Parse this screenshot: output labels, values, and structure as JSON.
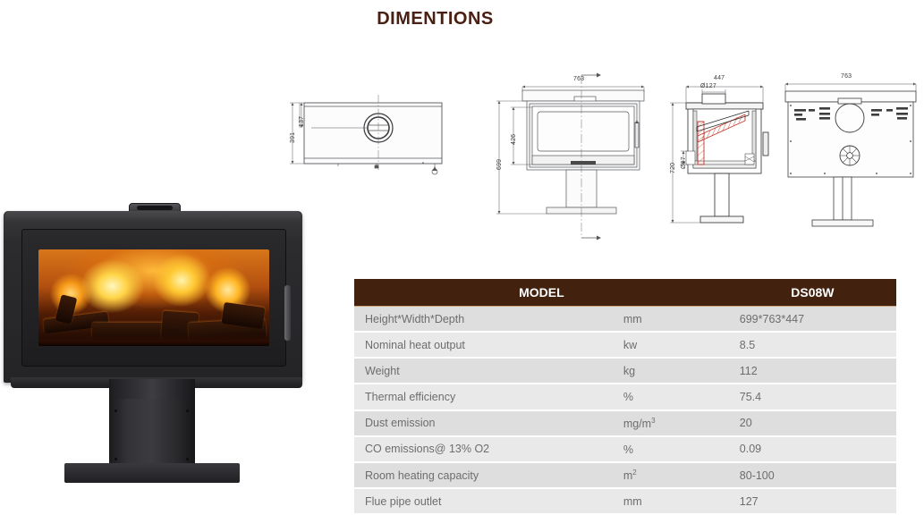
{
  "page": {
    "title": "DIMENTIONS",
    "title_color": "#4a2014"
  },
  "product_photo": {
    "name": "wood-burning-stove-photo",
    "alt": "Freestanding black wood burning stove with wide glass window showing fire and logs on a pedestal base"
  },
  "drawings": {
    "top_view": {
      "name": "top-view-drawing",
      "dims": [
        {
          "label": "137",
          "orientation": "vertical"
        },
        {
          "label": "391",
          "orientation": "vertical"
        }
      ]
    },
    "front_view": {
      "name": "front-view-drawing",
      "dims": [
        {
          "label": "763",
          "orientation": "horizontal"
        },
        {
          "label": "426",
          "orientation": "vertical"
        },
        {
          "label": "699",
          "orientation": "vertical"
        }
      ]
    },
    "section_view": {
      "name": "side-section-view-drawing",
      "dims": [
        {
          "label": "447",
          "orientation": "horizontal"
        },
        {
          "label": "Ø127",
          "orientation": "horizontal"
        },
        {
          "label": "720",
          "orientation": "vertical"
        },
        {
          "label": "Ø97",
          "orientation": "vertical"
        }
      ]
    },
    "rear_view": {
      "name": "rear-view-drawing",
      "dims": [
        {
          "label": "763",
          "orientation": "horizontal"
        }
      ]
    }
  },
  "spec_table": {
    "header": {
      "param_label": "",
      "model_label": "MODEL",
      "value_label": "DS08W"
    },
    "header_bg": "#43210f",
    "rows": [
      {
        "name": "Height*Width*Depth",
        "unit": "mm",
        "unit_sup": "",
        "value": "699*763*447"
      },
      {
        "name": "Nominal heat output",
        "unit": "kw",
        "unit_sup": "",
        "value": "8.5"
      },
      {
        "name": "Weight",
        "unit": "kg",
        "unit_sup": "",
        "value": "112"
      },
      {
        "name": "Thermal efficiency",
        "unit": "%",
        "unit_sup": "",
        "value": "75.4"
      },
      {
        "name": "Dust emission",
        "unit": "mg/m",
        "unit_sup": "3",
        "value": "20"
      },
      {
        "name": "CO emissions@ 13% O2",
        "unit": "%",
        "unit_sup": "",
        "value": "0.09"
      },
      {
        "name": "Room heating capacity",
        "unit": "m",
        "unit_sup": "2",
        "value": "80-100"
      },
      {
        "name": "Flue pipe outlet",
        "unit": "mm",
        "unit_sup": "",
        "value": "127"
      }
    ]
  }
}
